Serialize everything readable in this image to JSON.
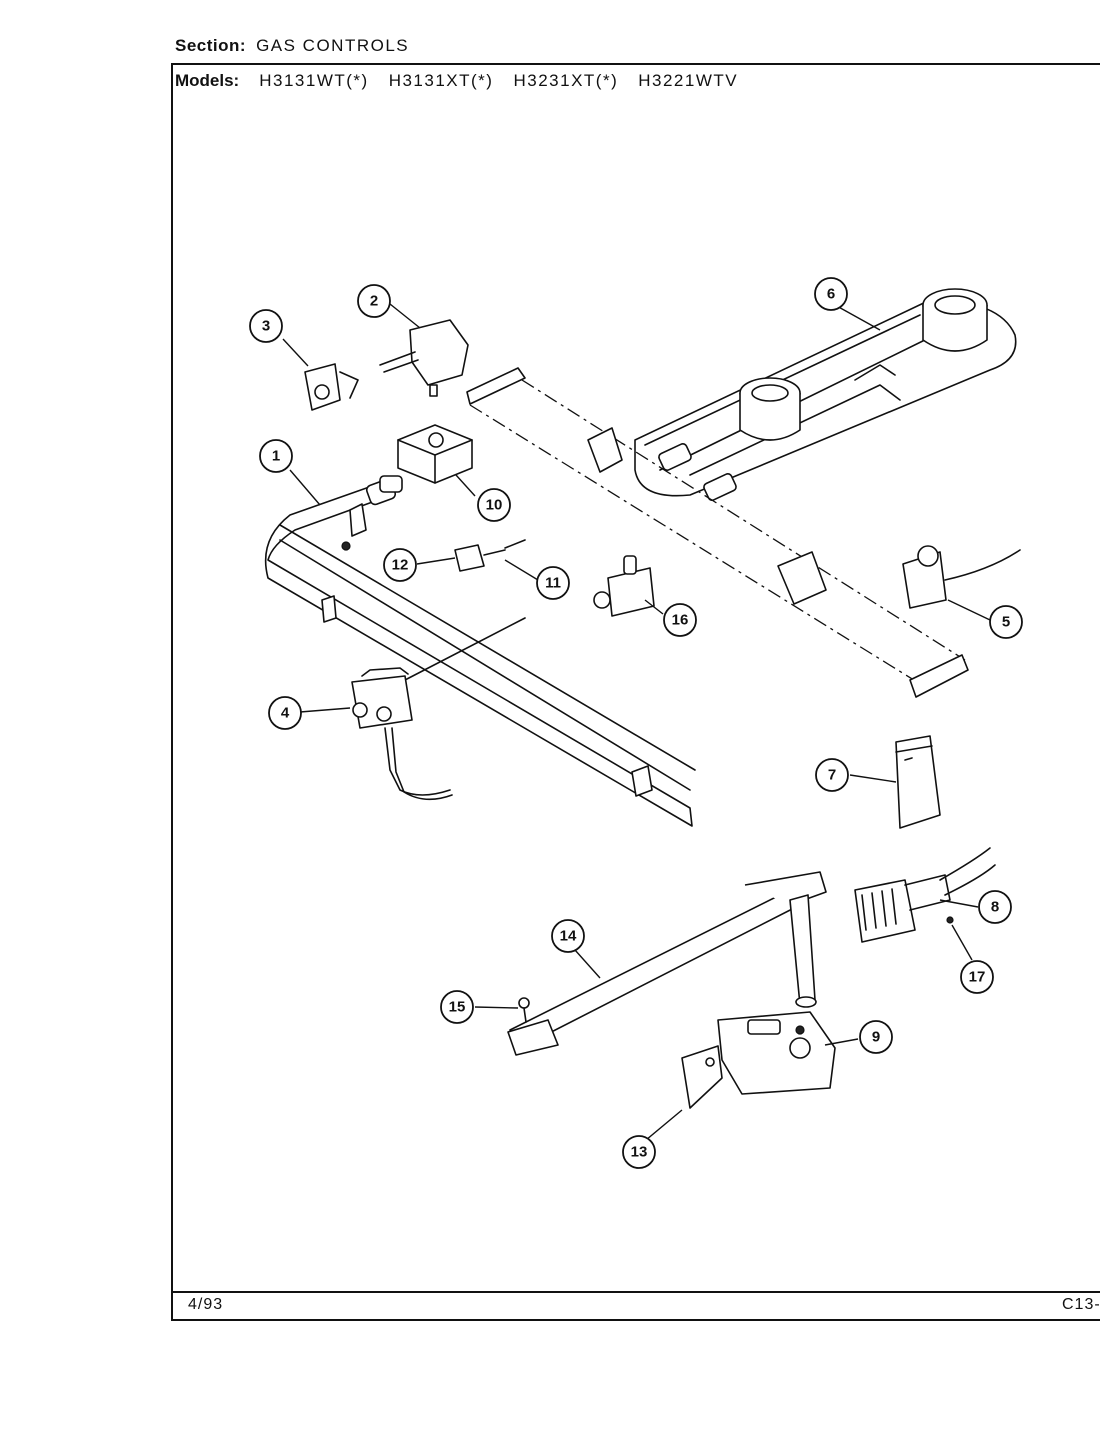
{
  "header": {
    "section_label": "Section:",
    "section_value": "GAS CONTROLS",
    "models_label": "Models:",
    "models": [
      "H3131WT(*)",
      "H3131XT(*)",
      "H3231XT(*)",
      "H3221WTV"
    ]
  },
  "footer": {
    "date": "4/93",
    "page_code": "C13-"
  },
  "callouts": [
    "1",
    "2",
    "3",
    "4",
    "5",
    "6",
    "7",
    "8",
    "9",
    "10",
    "11",
    "12",
    "13",
    "14",
    "15",
    "16",
    "17"
  ]
}
